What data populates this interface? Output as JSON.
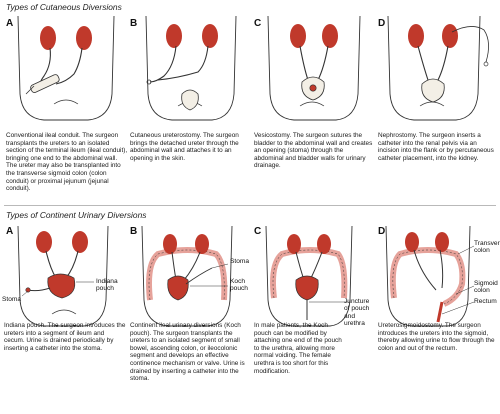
{
  "sections": {
    "cutaneous_title": "Types of Cutaneous Diversions",
    "continent_title": "Types of Continent Urinary Diversions"
  },
  "cutaneous": [
    {
      "letter": "A",
      "caption": "Conventional ileal conduit. The surgeon transplants the ureters to an isolated section of the terminal ileum (ileal conduit), bringing one end to the abdominal wall. The ureter may also be transplanted into the transverse sigmoid colon (colon conduit) or proximal jejunum (jejunal conduit)."
    },
    {
      "letter": "B",
      "caption": "Cutaneous ureterostomy. The surgeon brings the detached ureter through the abdominal wall and attaches it to an opening in the skin."
    },
    {
      "letter": "C",
      "caption": "Vesicostomy. The surgeon sutures the bladder to the abdominal wall and creates an opening (stoma) through the abdominal and bladder walls for urinary drainage."
    },
    {
      "letter": "D",
      "caption": "Nephrostomy. The surgeon inserts a catheter into the renal pelvis via an incision into the flank or by percutaneous catheter placement, into the kidney."
    }
  ],
  "continent": [
    {
      "letter": "A",
      "caption": "Indiana pouch. The surgeon introduces the ureters into a segment of ileum and cecum. Urine is drained periodically by inserting a catheter into the stoma.",
      "labels": {
        "stoma": "Stoma",
        "pouch": "Indiana pouch"
      }
    },
    {
      "letter": "B",
      "caption": "Continent ileal urinary diversions (Koch pouch). The surgeon transplants the ureters to an isolated segment of small bowel, ascending colon, or ileocolonic segment and develops an effective continence mechanism or valve. Urine is drained by inserting a catheter into the stoma.",
      "labels": {
        "stoma": "Stoma",
        "pouch": "Koch pouch"
      }
    },
    {
      "letter": "C",
      "caption": "In male patients, the Koch pouch can be modified by attaching one end of the pouch to the urethra, allowing more normal voiding. The female urethra is too short for this modification.",
      "labels": {
        "juncture": "Juncture of pouch and urethra"
      }
    },
    {
      "letter": "D",
      "caption": "Ureterosigmoidostomy. The surgeon introduces the ureters into the sigmoid, thereby allowing urine to flow through the colon and out of the rectum.",
      "labels": {
        "transverse": "Transverse colon",
        "sigmoid": "Sigmoid colon",
        "rectum": "Rectum"
      }
    }
  ],
  "colors": {
    "organ": "#c0392b",
    "organ_light": "#e6a29a",
    "outline": "#333333"
  }
}
